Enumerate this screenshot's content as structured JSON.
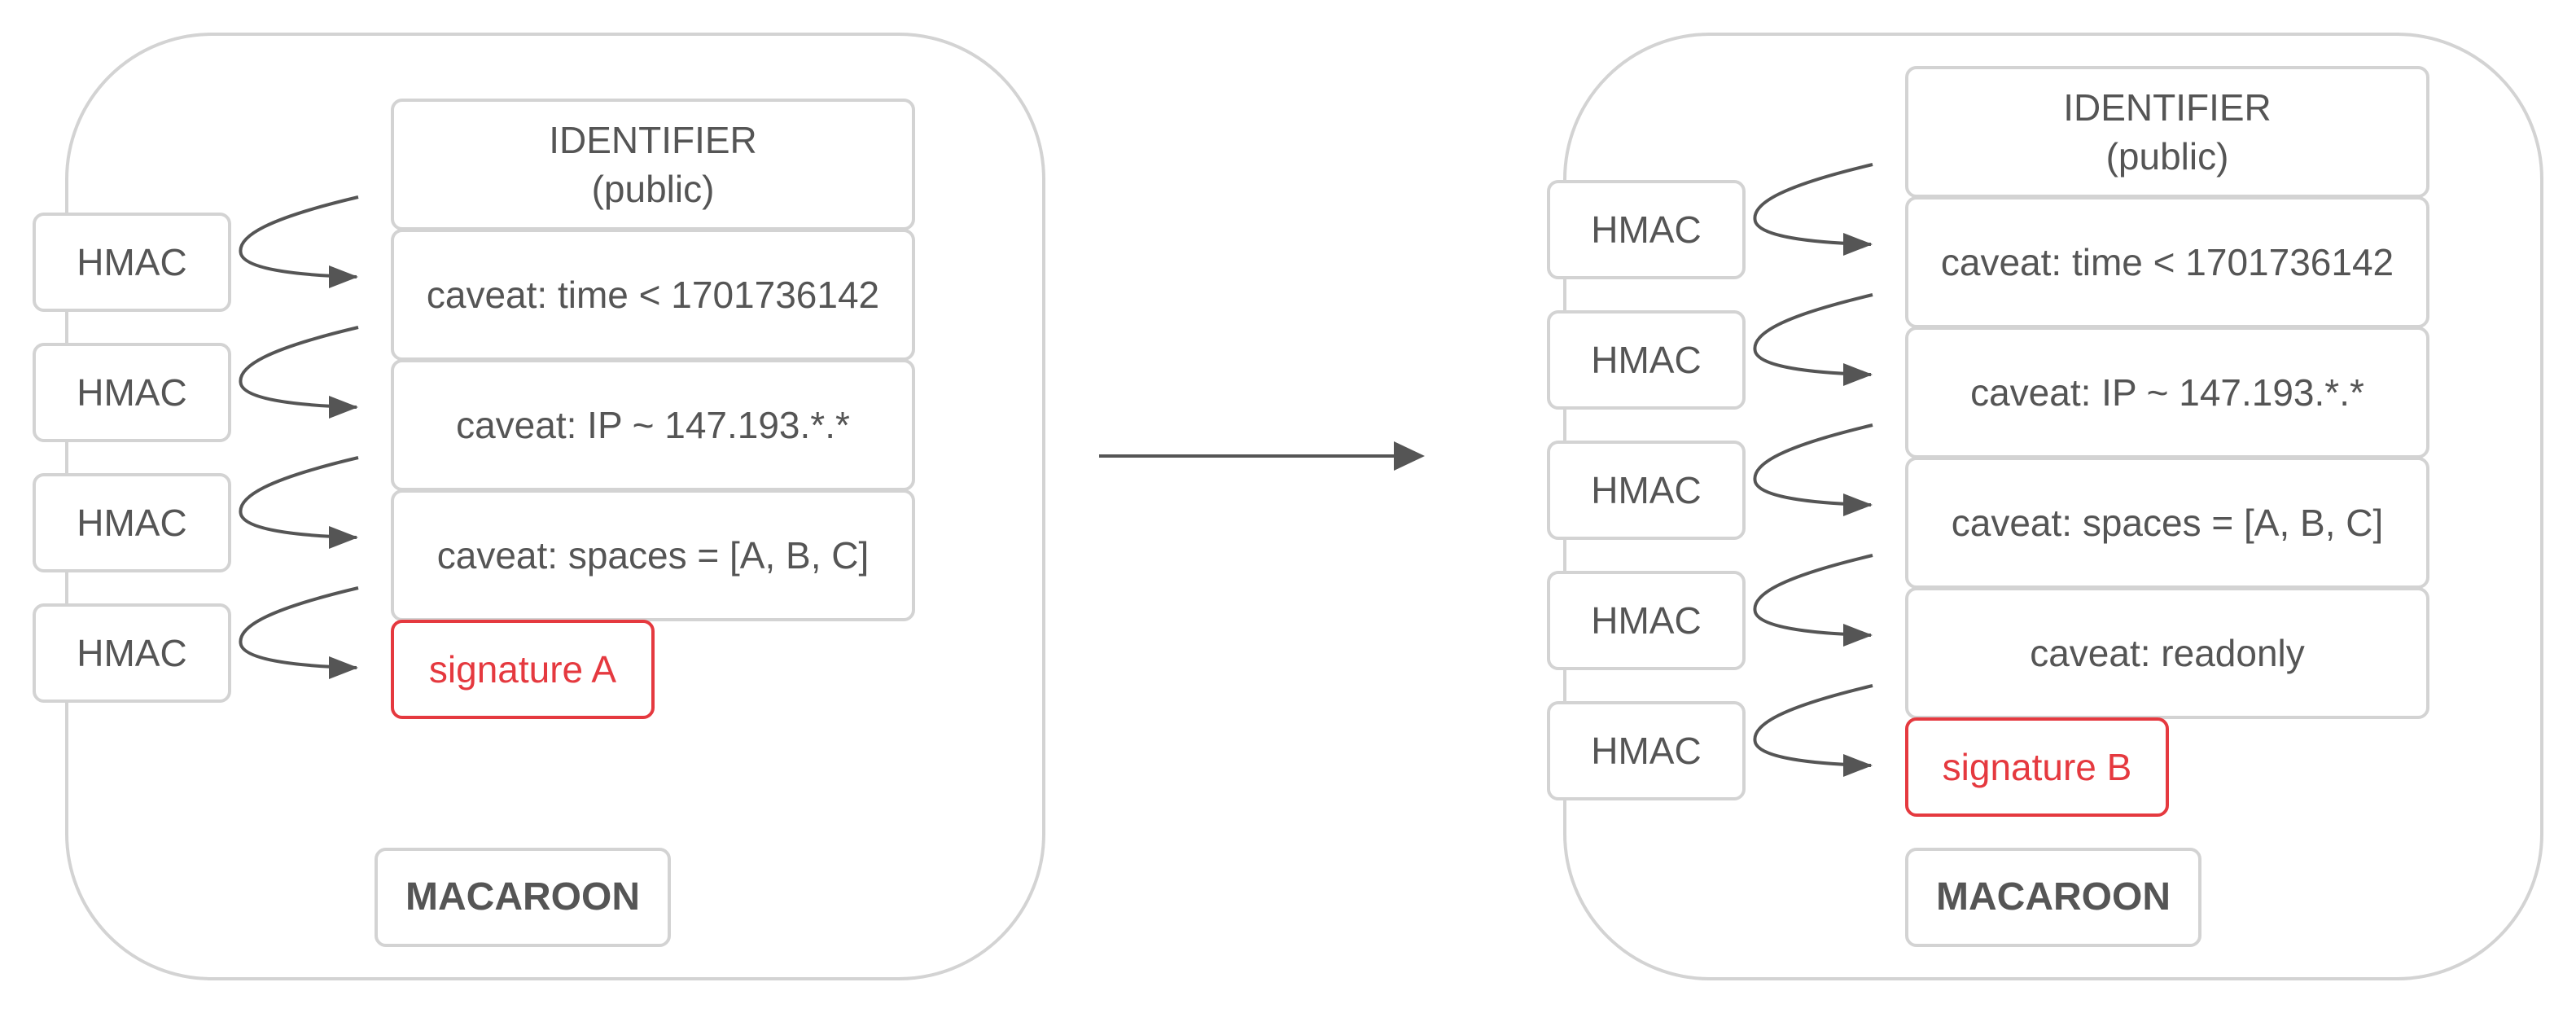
{
  "colors": {
    "border": "#d3d3d3",
    "text": "#555555",
    "signature": "#e5393f",
    "arrow": "#555555"
  },
  "left": {
    "hmac": [
      "HMAC",
      "HMAC",
      "HMAC",
      "HMAC"
    ],
    "identifier_line1": "IDENTIFIER",
    "identifier_line2": "(public)",
    "caveats": [
      "caveat: time < 1701736142",
      "caveat: IP ~ 147.193.*.*",
      "caveat: spaces = [A, B, C]"
    ],
    "signature": "signature A",
    "title": "MACAROON"
  },
  "right": {
    "hmac": [
      "HMAC",
      "HMAC",
      "HMAC",
      "HMAC",
      "HMAC"
    ],
    "identifier_line1": "IDENTIFIER",
    "identifier_line2": "(public)",
    "caveats": [
      "caveat: time < 1701736142",
      "caveat: IP ~ 147.193.*.*",
      "caveat: spaces = [A, B, C]",
      "caveat: readonly"
    ],
    "signature": "signature B",
    "title": "MACAROON"
  }
}
